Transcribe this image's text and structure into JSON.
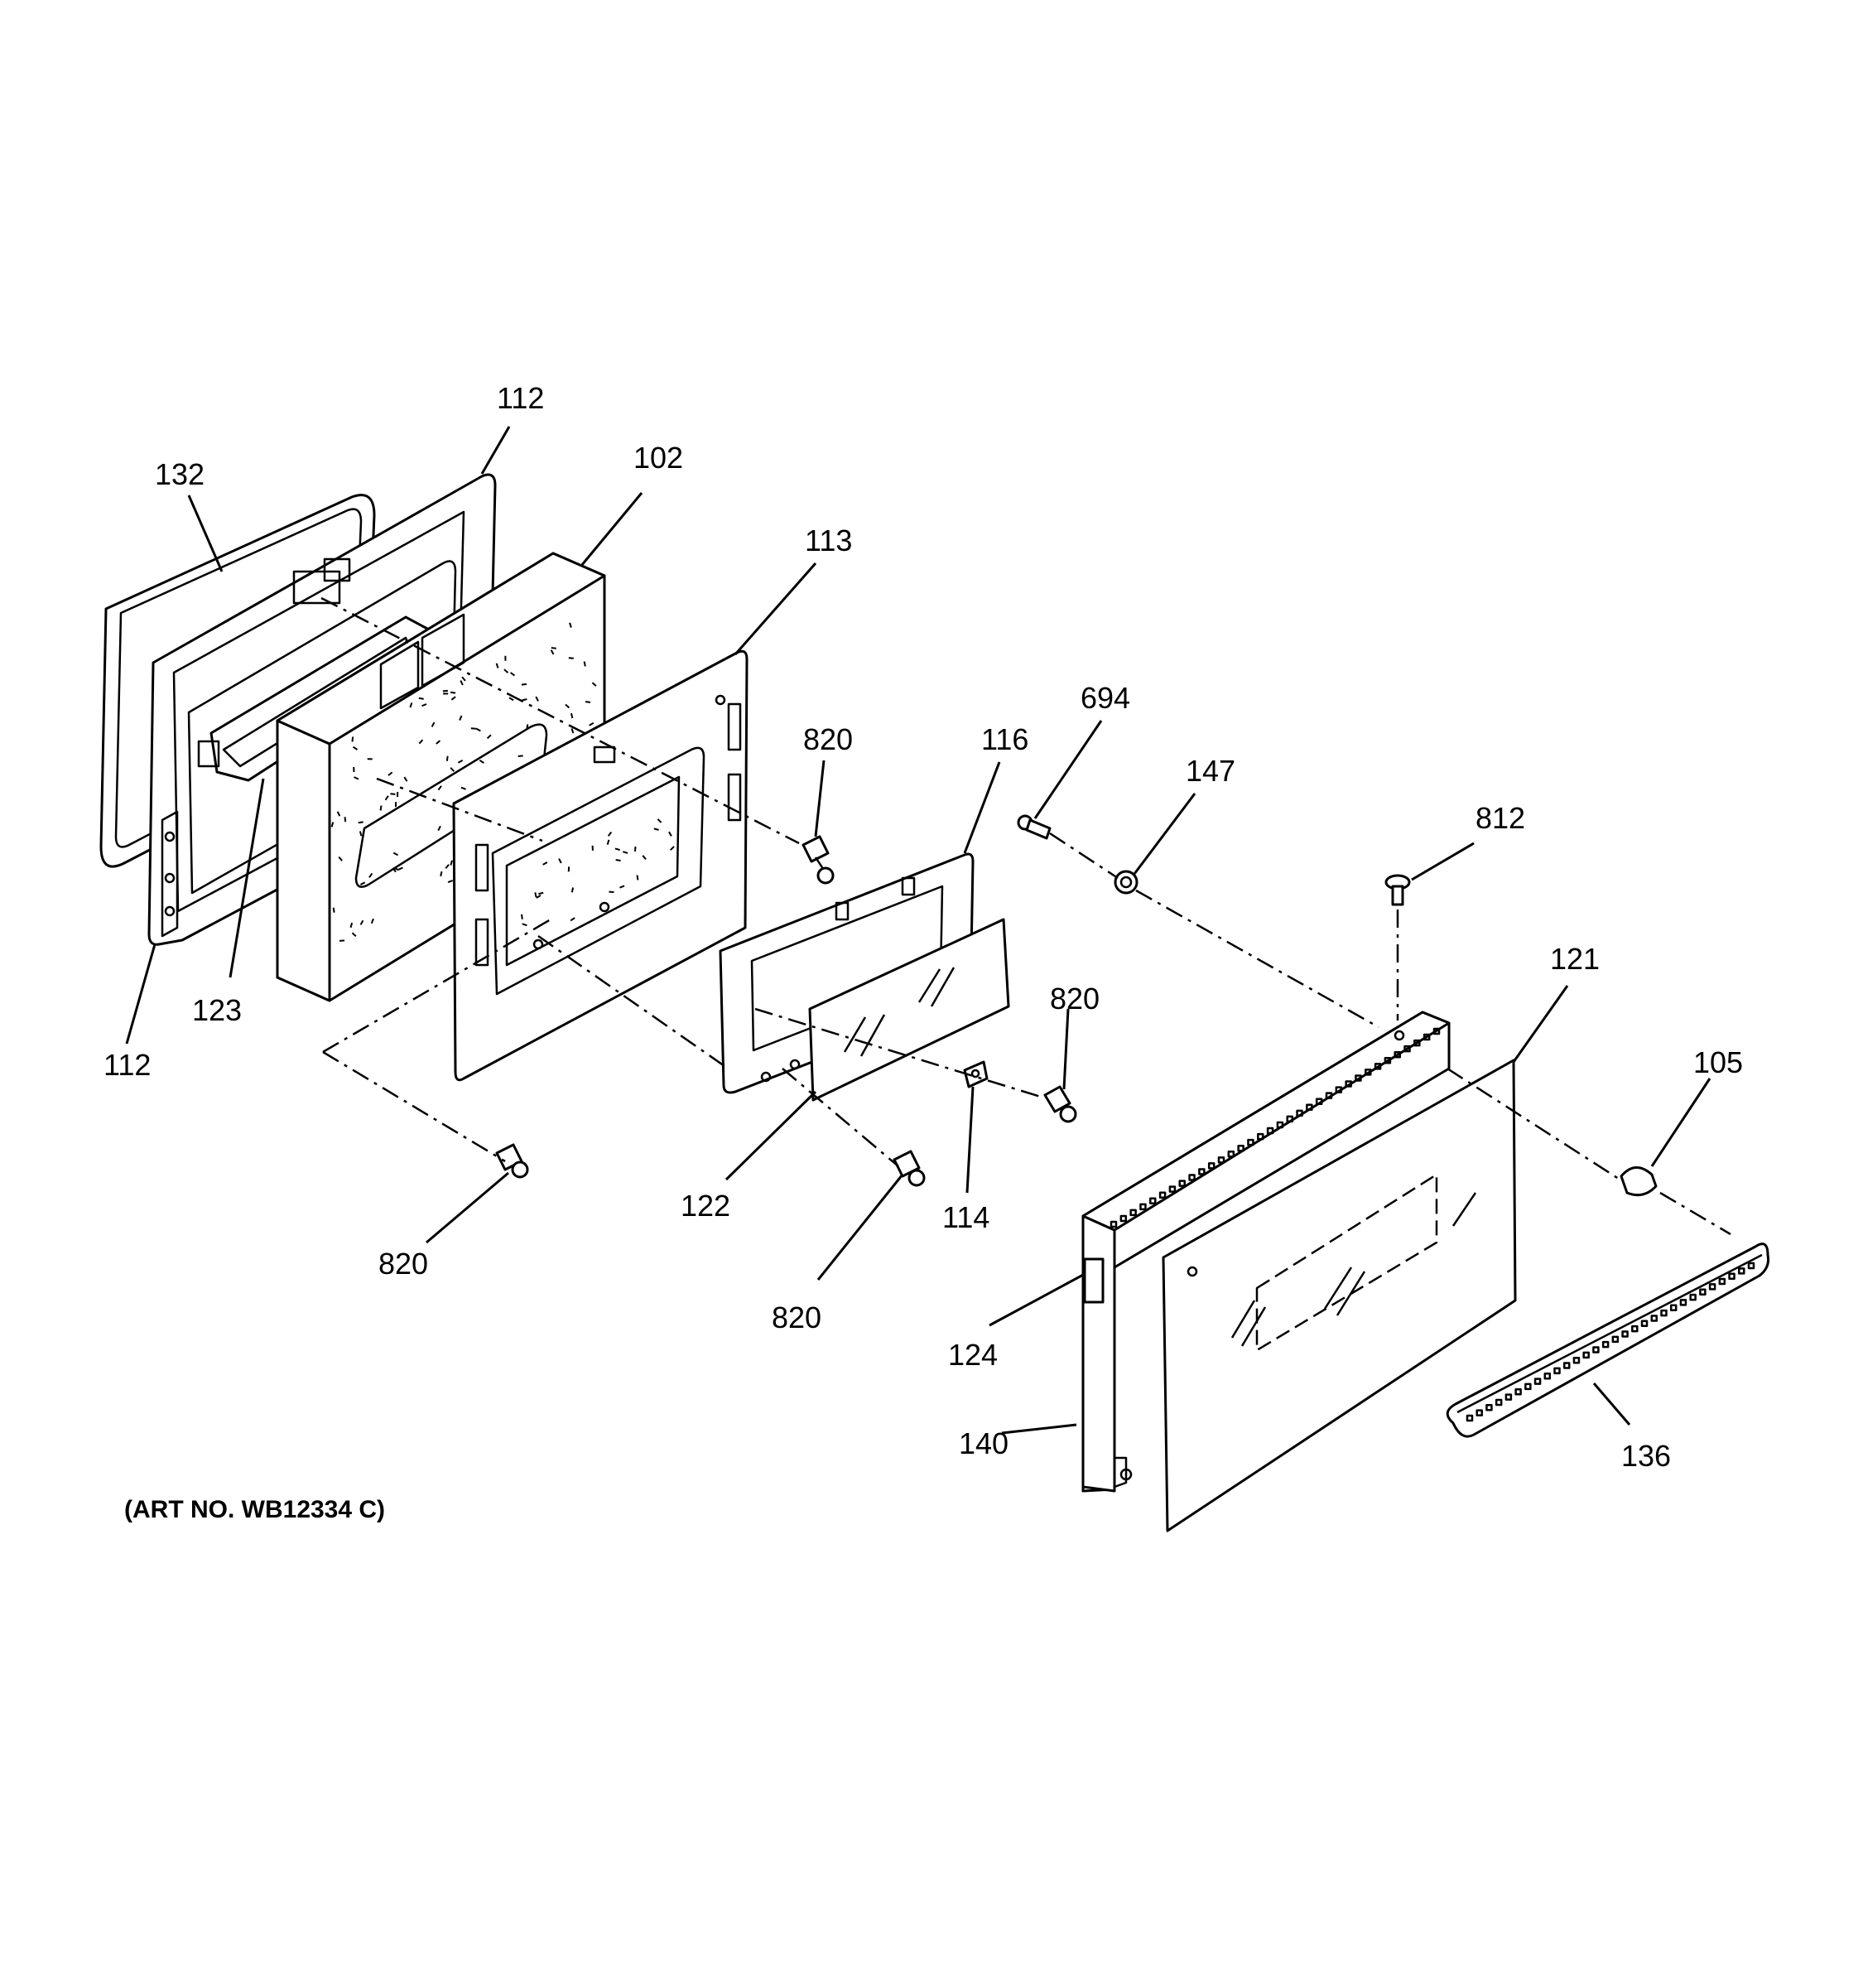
{
  "art_number": "(ART NO. WB12334 C)",
  "callouts": [
    {
      "id": "c-112-top",
      "text": "112"
    },
    {
      "id": "c-132",
      "text": "132"
    },
    {
      "id": "c-102",
      "text": "102"
    },
    {
      "id": "c-113",
      "text": "113"
    },
    {
      "id": "c-820-a",
      "text": "820"
    },
    {
      "id": "c-116",
      "text": "116"
    },
    {
      "id": "c-694",
      "text": "694"
    },
    {
      "id": "c-147",
      "text": "147"
    },
    {
      "id": "c-812",
      "text": "812"
    },
    {
      "id": "c-121",
      "text": "121"
    },
    {
      "id": "c-820-b",
      "text": "820"
    },
    {
      "id": "c-105",
      "text": "105"
    },
    {
      "id": "c-123",
      "text": "123"
    },
    {
      "id": "c-112-bottom",
      "text": "112"
    },
    {
      "id": "c-122",
      "text": "122"
    },
    {
      "id": "c-114",
      "text": "114"
    },
    {
      "id": "c-820-c",
      "text": "820"
    },
    {
      "id": "c-820-d",
      "text": "820"
    },
    {
      "id": "c-124",
      "text": "124"
    },
    {
      "id": "c-140",
      "text": "140"
    },
    {
      "id": "c-136",
      "text": "136"
    }
  ]
}
